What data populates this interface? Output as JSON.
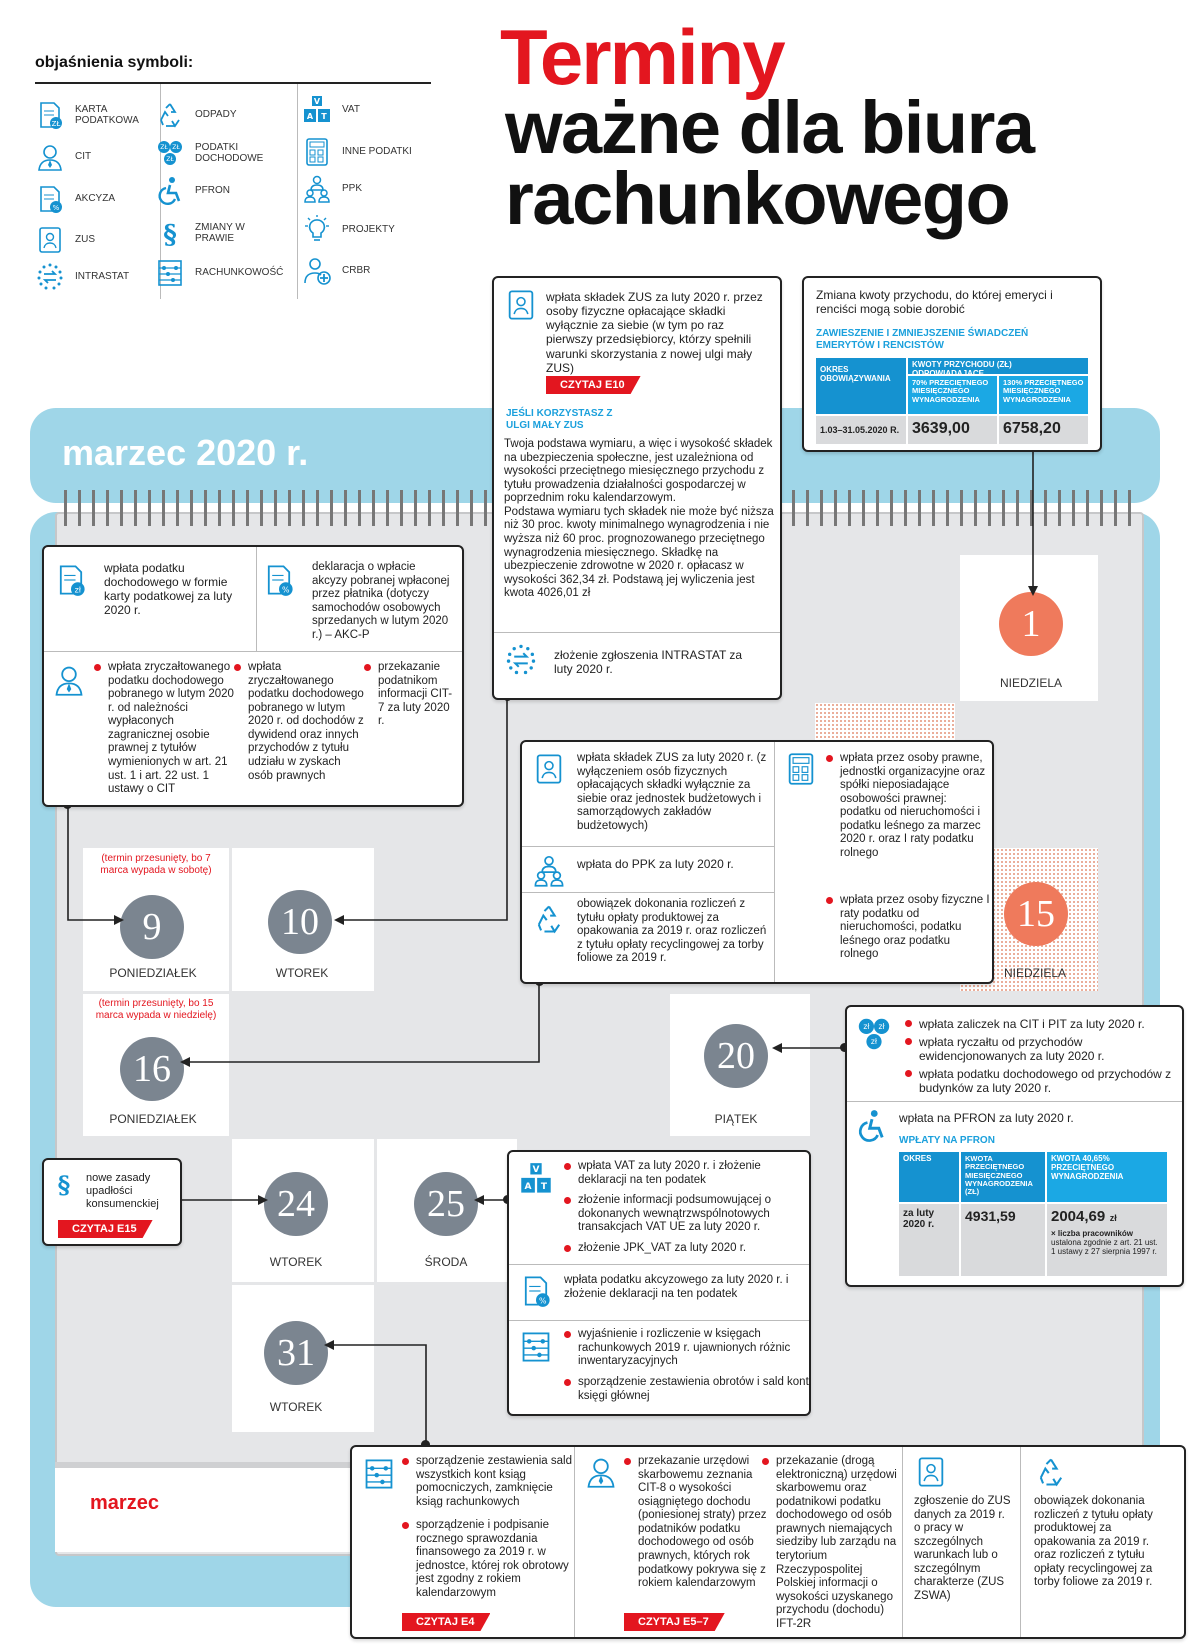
{
  "title": {
    "line1": "Terminy",
    "line2": "ważne dla biura\nrachunkowego"
  },
  "legend": {
    "title": "objaśnienia symboli:",
    "col1": [
      "KARTA PODATKOWA",
      "CIT",
      "AKCYZA",
      "ZUS",
      "INTRASTAT"
    ],
    "col2": [
      "ODPADY",
      "PODATKI DOCHODOWE",
      "PFRON",
      "ZMIANY W PRAWIE",
      "RACHUNKOWOŚĆ"
    ],
    "col3": [
      "VAT",
      "INNE PODATKI",
      "PPK",
      "PROJEKTY",
      "CRBR"
    ]
  },
  "calendar": {
    "month_title": "marzec 2020 r.",
    "footer_month": "marzec",
    "days": {
      "d1": {
        "num": "1",
        "name": "NIEDZIELA"
      },
      "d9": {
        "num": "9",
        "name": "PONIEDZIAŁEK",
        "note": "(termin przesunięty, bo 7 marca wypada w sobotę)"
      },
      "d10": {
        "num": "10",
        "name": "WTOREK"
      },
      "d15": {
        "num": "15",
        "name": "NIEDZIELA"
      },
      "d16": {
        "num": "16",
        "name": "PONIEDZIAŁEK",
        "note": "(termin przesunięty, bo 15 marca wypada w niedzielę)"
      },
      "d20": {
        "num": "20",
        "name": "PIĄTEK"
      },
      "d24": {
        "num": "24",
        "name": "WTOREK"
      },
      "d25": {
        "num": "25",
        "name": "ŚRODA"
      },
      "d31": {
        "num": "31",
        "name": "WTOREK"
      }
    }
  },
  "box_zus_e10": {
    "zus_text": "wpłata składek ZUS za luty 2020 r. przez osoby fizyczne opłacające składki wyłącznie za siebie (w tym po raz pierwszy przedsiębiorcy, którzy spełnili warunki skorzystania z nowej ulgi mały ZUS)",
    "czytaj": "CZYTAJ E10",
    "heading": "JEŚLI KORZYSTASZ Z ULGI MAŁY ZUS",
    "body": "Twoja podstawa wymiaru, a więc i wysokość składek na ubezpieczenia społeczne, jest uzależniona od wysokości przeciętnego miesięcznego przychodu z tytułu prowadzenia działalności gospodarczej w poprzednim roku kalendarzowym.\nPodstawa wymiaru tych składek nie może być niższa niż 30 proc. kwoty minimalnego wynagrodzenia i nie wyższa niż 60 proc. prognozowanego przeciętnego wynagrodzenia miesięcznego. Składkę na ubezpieczenie zdrowotne w 2020 r. opłacasz w wysokości 362,34 zł. Podstawą jej wyliczenia jest kwota 4026,01 zł",
    "intrastat": "złożenie zgłoszenia INTRASTAT za luty 2020 r."
  },
  "box_emeryci": {
    "intro": "Zmiana kwoty przychodu, do której emeryci i renciści mogą sobie dorobić",
    "heading": "ZAWIESZENIE I ZMNIEJSZENIE ŚWIADCZEŃ EMERYTÓW I RENCISTÓW",
    "col_okres": "OKRES OBOWIĄZYWANIA",
    "col_kwoty": "KWOTY PRZYCHODU (ZŁ) ODPOWIADAJĄCE",
    "col_70": "70% PRZECIĘTNEGO MIESIĘCZNEGO WYNAGRODZENIA",
    "col_130": "130% PRZECIĘTNEGO MIESIĘCZNEGO WYNAGRODZENIA",
    "period": "1.03–31.05.2020 R.",
    "val_70": "3639,00",
    "val_130": "6758,20"
  },
  "box_day9": {
    "karta": "wpłata podatku dochodowego w formie karty podatkowej za luty 2020 r.",
    "akcyza": "deklaracja o wpłacie akcyzy pobranej wpłaconej przez płatnika (dotyczy samochodów osobowych sprzedanych w lutym 2020 r.) – AKC-P",
    "cit1": "wpłata zryczałtowanego podatku dochodowego pobranego w lutym 2020 r. od należności wypłaconych zagranicznej osobie prawnej z tytułów wymienionych w art. 21 ust. 1 i art. 22 ust. 1 ustawy o CIT",
    "cit2": "wpłata zryczałtowanego podatku dochodowego pobranego w lutym 2020 r. od dochodów z dywidend oraz innych przychodów z tytułu udziału w zyskach osób prawnych",
    "cit3": "przekazanie podatnikom informacji CIT-7 za luty 2020 r."
  },
  "box_day16": {
    "zus": "wpłata składek ZUS za luty 2020 r. (z wyłączeniem osób fizycznych opłacających składki wyłącznie za siebie oraz jednostek budżetowych i samorządowych zakładów budżetowych)",
    "ppk": "wpłata do PPK za luty 2020 r.",
    "odpady": "obowiązek dokonania rozliczeń z tytułu opłaty produktowej za opakowania za 2019 r. oraz rozliczeń z tytułu opłaty recyclingowej za torby foliowe za 2019 r.",
    "inne1": "wpłata przez osoby prawne, jednostki organizacyjne oraz spółki nieposiadające osobowości prawnej: podatku od nieruchomości i podatku leśnego za marzec 2020 r. oraz I raty podatku rolnego",
    "inne2": "wpłata przez osoby fizyczne I raty podatku od nieruchomości, podatku leśnego oraz podatku rolnego"
  },
  "box_day20": {
    "b1": "wpłata zaliczek na CIT i PIT za luty 2020 r.",
    "b2": "wpłata ryczałtu od przychodów ewidencjonowanych za luty 2020 r.",
    "b3": "wpłata podatku dochodowego od przychodów z budynków za luty 2020 r.",
    "pfron": "wpłata na PFRON za luty 2020 r.",
    "heading": "WPŁATY NA PFRON",
    "col_okres": "OKRES",
    "col_kwota1": "KWOTA PRZECIĘTNEGO MIESIĘCZNEGO WYNAGRODZENIA (ZŁ)",
    "col_kwota2": "KWOTA 40,65% PRZECIĘTNEGO WYNAGRODZENIA",
    "period": "za luty 2020 r.",
    "val1": "4931,59",
    "val2": "2004,69",
    "val2_unit": "zł",
    "val2_note_bold": "× liczba pracowników",
    "val2_note": "ustalona zgodnie z art. 21 ust. 1 ustawy z 27 sierpnia 1997 r."
  },
  "box_day24": {
    "text": "nowe zasady upadłości konsumenckiej",
    "czytaj": "CZYTAJ E15"
  },
  "box_day25": {
    "vat1": "wpłata VAT za luty 2020 r. i złożenie deklaracji na ten podatek",
    "vat2": "złożenie informacji podsumowującej o dokonanych wewnątrzwspólnotowych transakcjach VAT UE za luty 2020 r.",
    "vat3": "złożenie JPK_VAT za luty 2020 r.",
    "akcyza": "wpłata podatku akcyzowego za luty 2020 r. i złożenie deklaracji na ten podatek",
    "rach1": "wyjaśnienie i rozliczenie w księgach rachunkowych 2019 r. ujawnionych różnic inwentaryzacyjnych",
    "rach2": "sporządzenie zestawienia obrotów i sald kont księgi głównej"
  },
  "box_day31": {
    "rach1": "sporządzenie zestawienia sald wszystkich kont ksiąg pomocniczych, zamknięcie ksiąg rachunkowych",
    "rach2": "sporządzenie i podpisanie rocznego sprawozdania finansowego za 2019 r. w jednostce, której rok obrotowy jest zgodny z rokiem kalendarzowym",
    "czytaj1": "CZYTAJ E4",
    "cit1": "przekazanie urzędowi skarbowemu zeznania CIT-8 o wysokości osiągniętego dochodu (poniesionej straty) przez podatników podatku dochodowego od osób prawnych, których rok podatkowy pokrywa się z rokiem kalendarzowym",
    "czytaj2": "CZYTAJ E5–7",
    "cit2": "przekazanie (drogą elektroniczną) urzędowi skarbowemu oraz podatnikowi podatku dochodowego od osób prawnych niemających siedziby lub zarządu na terytorium Rzeczypospolitej Polskiej informacji o wysokości uzyskanego przychodu (dochodu) IFT-2R",
    "zus": "zgłoszenie do ZUS danych za 2019 r. o pracy w szczególnych warunkach lub o szczególnym charakterze (ZUS ZSWA)",
    "odpady": "obowiązek dokonania rozliczeń z tytułu opłaty produktowej za opakowania za 2019 r. oraz rozliczeń z tytułu opłaty recyclingowej za torby foliowe za 2019 r."
  }
}
